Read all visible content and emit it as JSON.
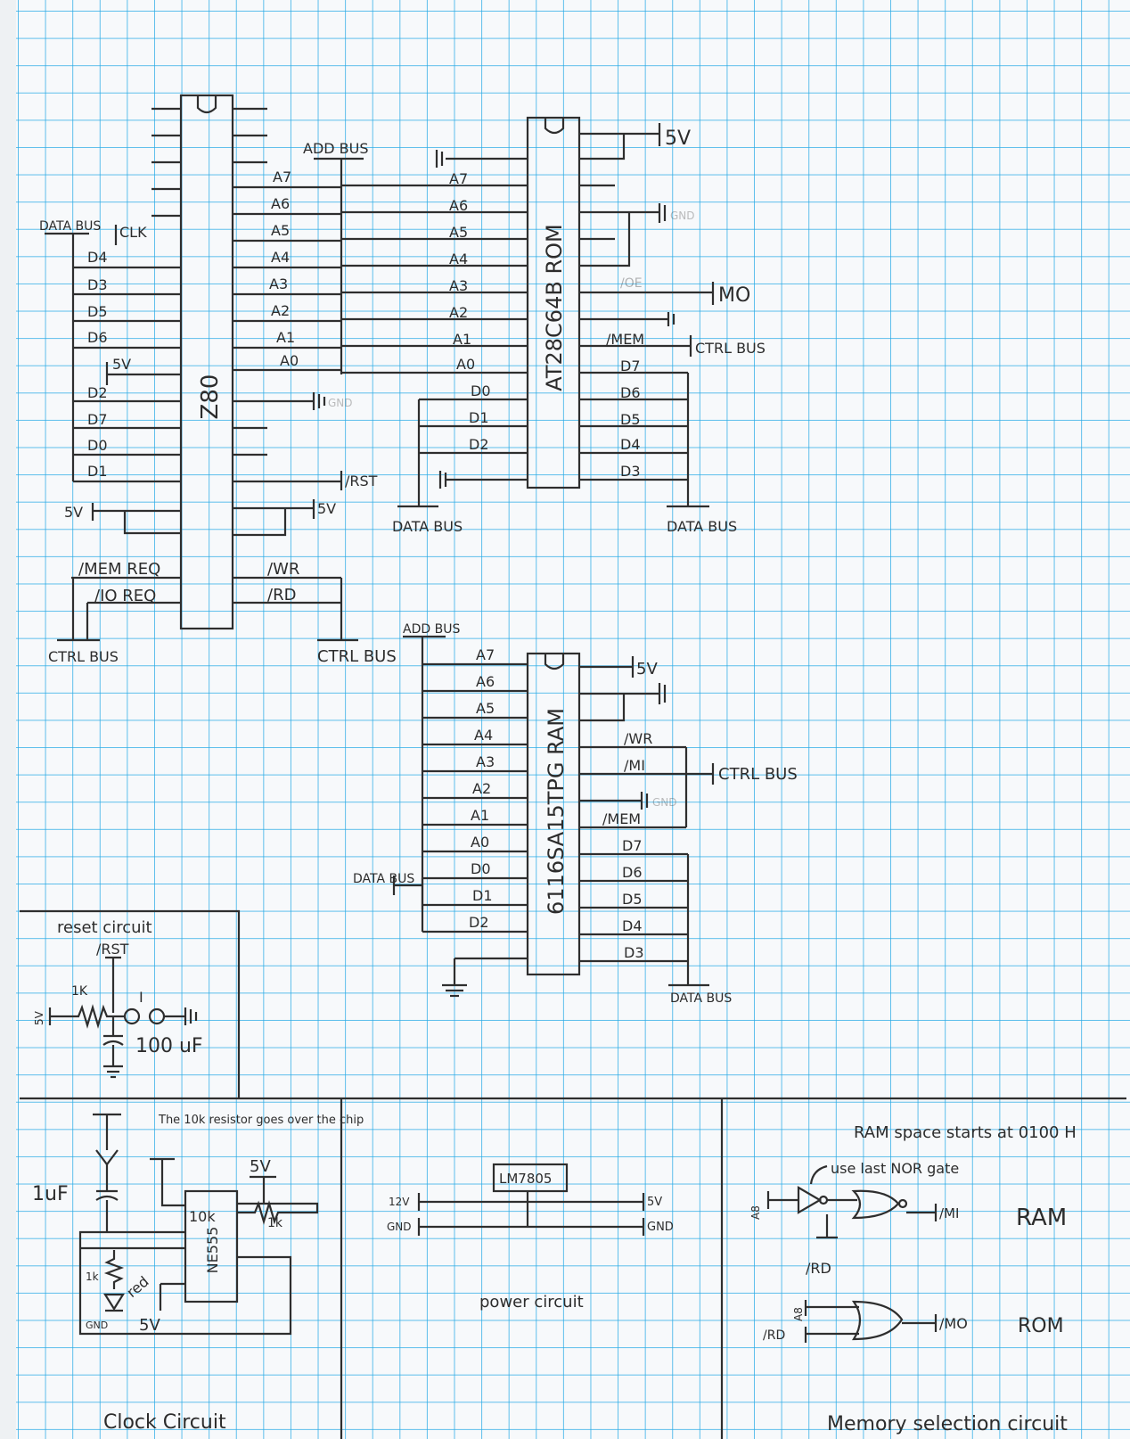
{
  "z80": {
    "chip_label": "Z80",
    "data_bus_label": "DATA BUS",
    "clk_label": "CLK",
    "left_pins": [
      "D4",
      "D3",
      "D5",
      "D6",
      "5V",
      "D2",
      "D7",
      "D0",
      "D1"
    ],
    "address_bus_label": "ADD BUS",
    "address_pins": [
      "A7",
      "A6",
      "A5",
      "A4",
      "A3",
      "A2",
      "A1",
      "A0"
    ],
    "gnd_label": "GND",
    "rst_label": "/RST",
    "power_left": "5V",
    "power_right": "5V",
    "mem_req": "/MEM REQ",
    "io_req": "/IO REQ",
    "wr": "/WR",
    "rd": "/RD",
    "ctrl_bus_left": "CTRL BUS",
    "ctrl_bus_right": "CTRL BUS"
  },
  "rom": {
    "chip_label": "AT28C64B ROM",
    "left_pins": [
      "A7",
      "A6",
      "A5",
      "A4",
      "A3",
      "A2",
      "A1",
      "A0",
      "D0",
      "D1",
      "D2"
    ],
    "right_pins": [
      "/OE",
      "/MEM",
      "D7",
      "D6",
      "D5",
      "D4",
      "D3"
    ],
    "vcc": "5V",
    "gnd": "GND",
    "mo": "MO",
    "ctrl_bus": "CTRL BUS",
    "data_bus_left": "DATA BUS",
    "data_bus_right": "DATA BUS"
  },
  "ram": {
    "chip_label": "6116SA15TPG RAM",
    "add_bus": "ADD BUS",
    "left_pins": [
      "A7",
      "A6",
      "A5",
      "A4",
      "A3",
      "A2",
      "A1",
      "A0",
      "D0",
      "D1",
      "D2"
    ],
    "right_pins": [
      "/WR",
      "/MI",
      "GND",
      "/MEM",
      "D7",
      "D6",
      "D5",
      "D4",
      "D3"
    ],
    "vcc": "5V",
    "gnd": "GND",
    "ctrl_bus": "CTRL BUS",
    "data_bus_left": "DATA BUS",
    "data_bus_right": "DATA BUS"
  },
  "reset": {
    "title": "reset circuit",
    "rst": "/RST",
    "resistor": "1K",
    "source": "5V",
    "switch": "I",
    "cap": "100 uF"
  },
  "clock": {
    "title": "Clock Circuit",
    "note": "The 10k resistor goes over the chip",
    "cap": "1uF",
    "vcc": "5V",
    "r1": "10k",
    "r2": "1k",
    "chip": "NE555",
    "r3": "1k",
    "led": "red",
    "gnd": "GND",
    "vcc2": "5V"
  },
  "power": {
    "title": "power circuit",
    "regulator": "LM7805",
    "in12": "12V",
    "gnd_in": "GND",
    "out5": "5V",
    "gnd_out": "GND"
  },
  "memsel": {
    "title": "Memory selection circuit",
    "note": "RAM space starts at 0100 H",
    "gate_note": "use last NOR gate",
    "a8": "A8",
    "rd": "/RD",
    "mi": "/MI",
    "ram": "RAM",
    "a8_2": "A8",
    "rd2": "/RD",
    "mo": "/MO",
    "rom": "ROM"
  }
}
